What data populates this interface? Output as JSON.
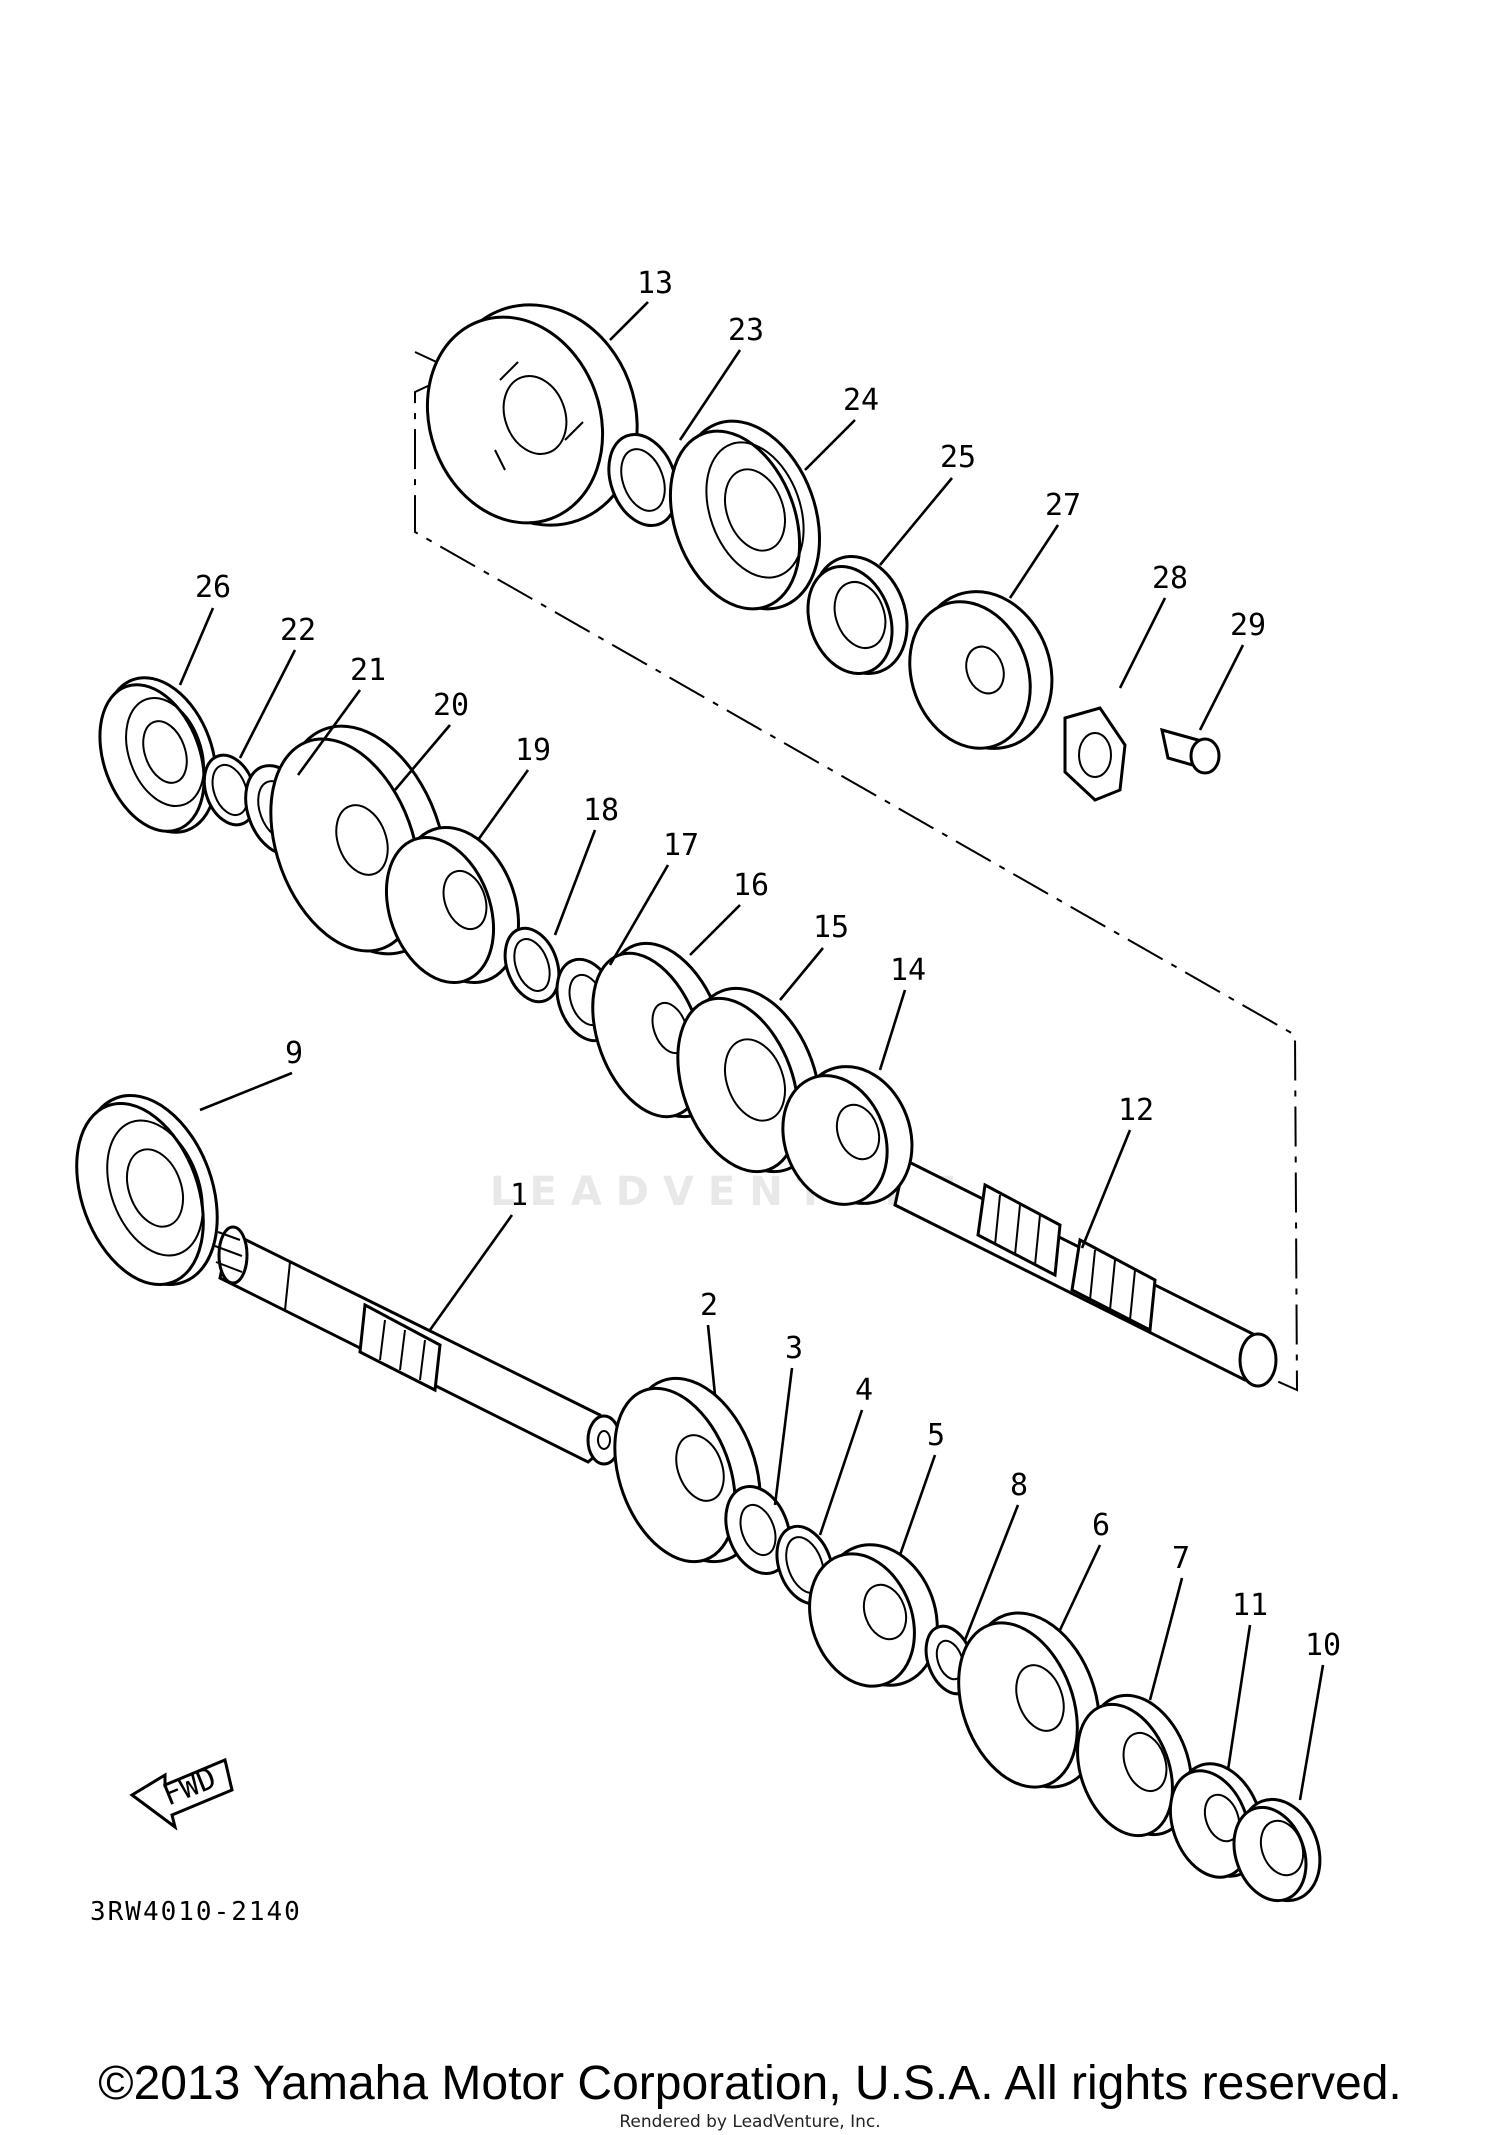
{
  "diagram": {
    "code": "3RW4010-2140",
    "watermark": "LEADVENTURE",
    "fwd_label": "FWD",
    "parts": [
      {
        "num": "1"
      },
      {
        "num": "2"
      },
      {
        "num": "3"
      },
      {
        "num": "4"
      },
      {
        "num": "5"
      },
      {
        "num": "6"
      },
      {
        "num": "7"
      },
      {
        "num": "8"
      },
      {
        "num": "9"
      },
      {
        "num": "10"
      },
      {
        "num": "11"
      },
      {
        "num": "12"
      },
      {
        "num": "13"
      },
      {
        "num": "14"
      },
      {
        "num": "15"
      },
      {
        "num": "16"
      },
      {
        "num": "17"
      },
      {
        "num": "18"
      },
      {
        "num": "19"
      },
      {
        "num": "20"
      },
      {
        "num": "21"
      },
      {
        "num": "22"
      },
      {
        "num": "23"
      },
      {
        "num": "24"
      },
      {
        "num": "25"
      },
      {
        "num": "26"
      },
      {
        "num": "27"
      },
      {
        "num": "28"
      },
      {
        "num": "29"
      }
    ]
  },
  "footer": {
    "copyright": "©2013 Yamaha Motor Corporation, U.S.A. All rights reserved.",
    "rendered_by": "Rendered by LeadVenture, Inc."
  }
}
